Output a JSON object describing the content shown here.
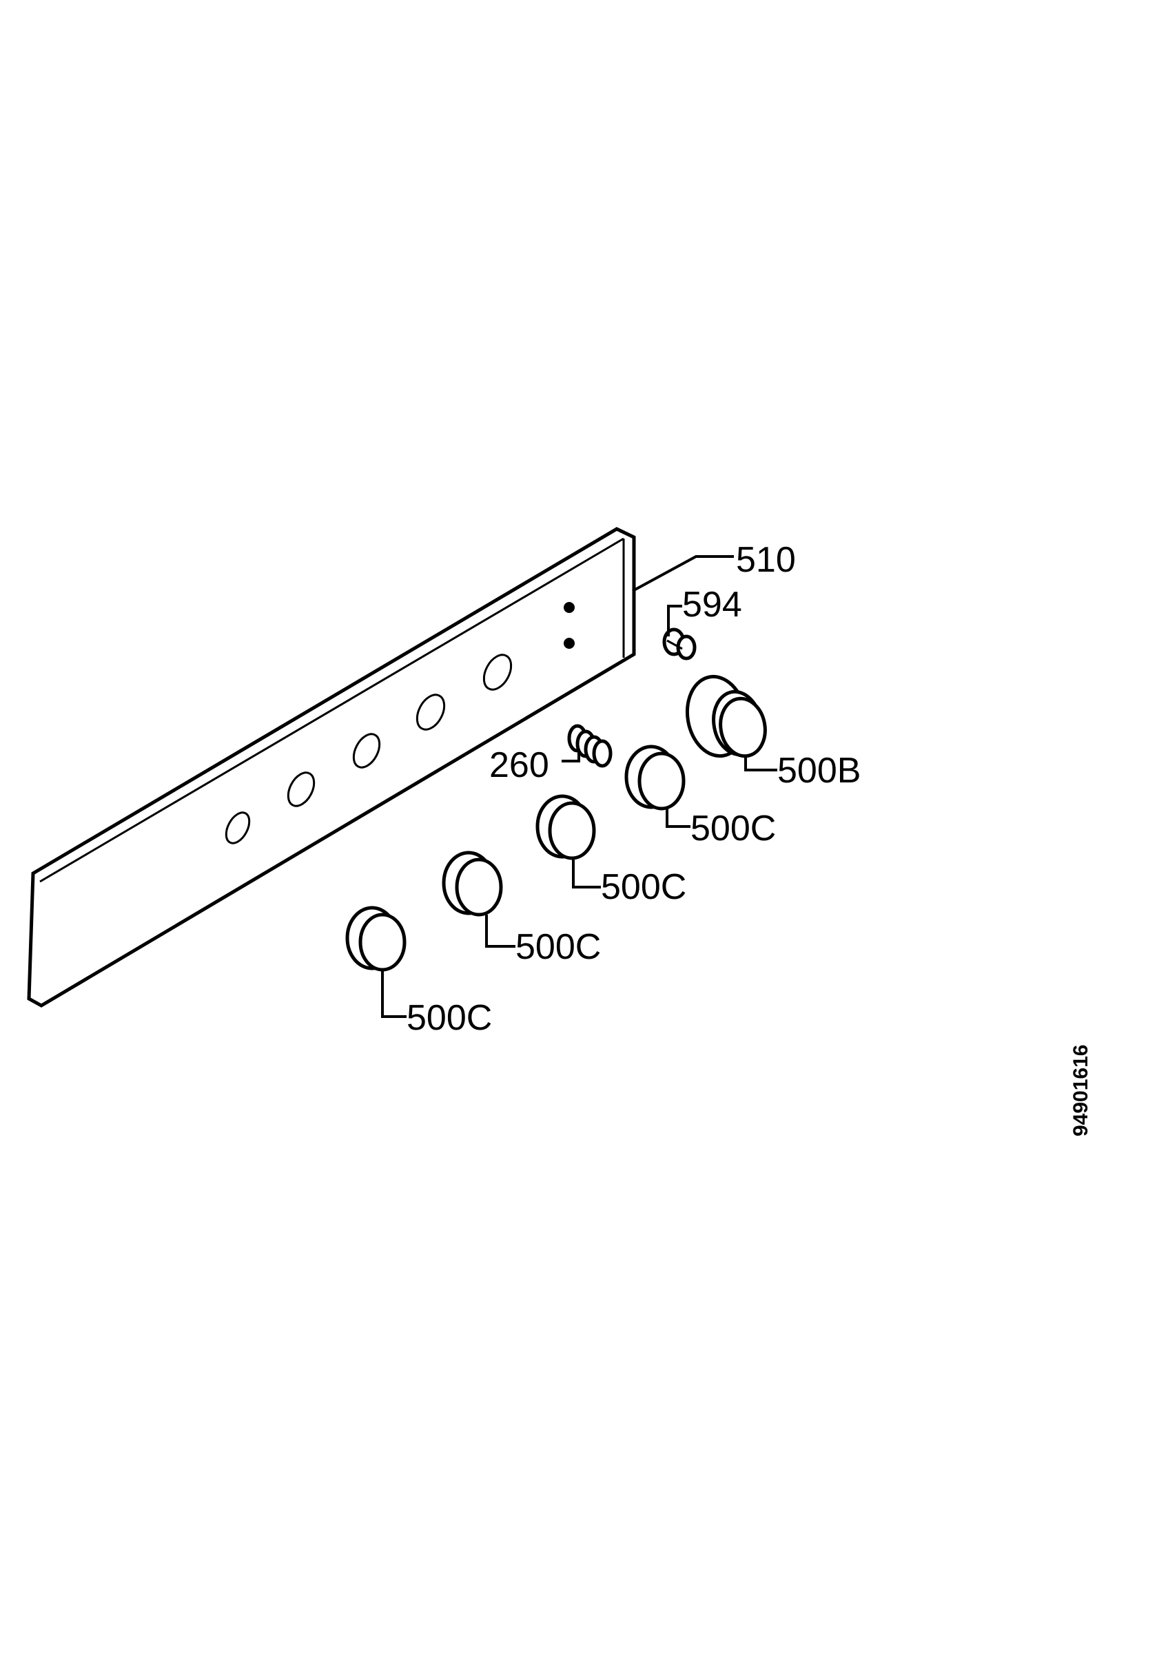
{
  "labels": {
    "panel": "510",
    "screw": "594",
    "spring": "260",
    "knob_large": "500B",
    "knob_1": "500C",
    "knob_2": "500C",
    "knob_3": "500C",
    "knob_4": "500C"
  },
  "document_id": "94901616"
}
